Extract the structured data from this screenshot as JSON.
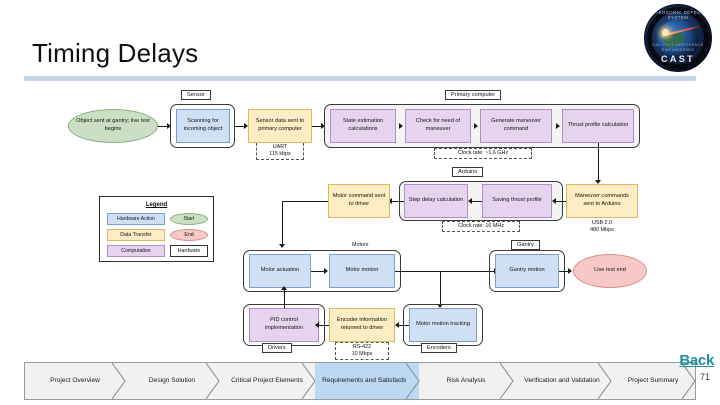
{
  "slide": {
    "title": "Timing Delays",
    "page_number": "71",
    "back_label": "Back",
    "logo": {
      "name": "cast-mission-patch-logo",
      "center_text": "CAST",
      "top_arc_text": "HYPERSONIC DEFENSE SYSTEM",
      "bottom_arc_text": "CAL POLY AEROSPACE ENGINEERING"
    }
  },
  "diagram": {
    "groups": [
      {
        "label": "Sensor"
      },
      {
        "label": "Primary computer"
      },
      {
        "label": "Arduino"
      },
      {
        "label": "Motors"
      },
      {
        "label": "Gantry"
      },
      {
        "label": "Drivers"
      },
      {
        "label": "Encoders"
      }
    ],
    "nodes": {
      "start": "Object sent at gantry; live test begins",
      "scanning": "Scanning for incoming object",
      "sensor_data": "Sensor data sent to primary computer",
      "state_estimation": "State estimation calculations",
      "check_maneuver": "Check for need of maneuver",
      "generate_command": "Generate maneuver command",
      "thrust_profile": "Thrust profile calculation",
      "maneuver_to_arduino": "Maneuver commands sent to Arduino",
      "saving_thrust": "Saving thrust profile",
      "step_delay": "Step delay calculation",
      "motor_command": "Motor command sent to driver",
      "motor_actuation": "Motor actuation",
      "motor_motion": "Motor motion",
      "gantry_motion": "Gantry motion",
      "live_test_end": "Live test end",
      "pid_control": "PID control implementation",
      "encoder_info": "Encoder information returned to driver",
      "motor_tracking": "Motor motion tracking"
    },
    "annotations": {
      "uart": "UART\n115 kbps",
      "uart_line1": "UART",
      "uart_line2": "115 kbps",
      "primary_clock": "Clock rate: ~1.6 GHz",
      "arduino_clock": "Clock rate: 16 MHz",
      "usb_line1": "USB 2.0",
      "usb_line2": "480 Mbps",
      "rs422_line1": "RS-422",
      "rs422_line2": "10 Mbps"
    }
  },
  "legend": {
    "title": "Legend",
    "items": [
      {
        "label": "Hardware Action",
        "color": "#cfe0f5"
      },
      {
        "label": "Data Transfer",
        "color": "#fdecc4"
      },
      {
        "label": "Computation",
        "color": "#e6d4ef"
      },
      {
        "label": "Start",
        "color": "#ccdfc4"
      },
      {
        "label": "End",
        "color": "#f6c9c6"
      },
      {
        "label": "Hardware",
        "color": "#ffffff"
      }
    ]
  },
  "nav": {
    "items": [
      {
        "label": "Project Overview",
        "active": false
      },
      {
        "label": "Design Solution",
        "active": false
      },
      {
        "label": "Critical Project Elements",
        "active": false
      },
      {
        "label": "Requirements and Satisfaction",
        "active": true
      },
      {
        "label": "Risk Analysis",
        "active": false
      },
      {
        "label": "Verification and Validation",
        "active": false
      },
      {
        "label": "Project Summary",
        "active": false
      }
    ]
  }
}
